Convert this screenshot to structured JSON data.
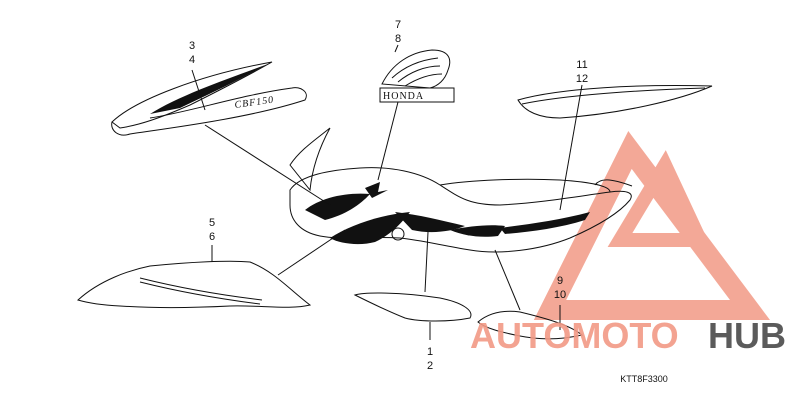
{
  "callouts": {
    "c3": "3",
    "c4": "4",
    "c7": "7",
    "c8": "8",
    "c11": "11",
    "c12": "12",
    "c5": "5",
    "c6": "6",
    "c1": "1",
    "c2": "2",
    "c9": "9",
    "c10": "10"
  },
  "part_code": "KTT8F3300",
  "brand_text": "HONDA",
  "stripe_text": "CBF150",
  "watermark": {
    "part1": "AUTOMOTO",
    "part2": "HUB",
    "color_primary": "#f29a86",
    "color_secondary": "#f6c96a",
    "color_hub": "#4a4a4a"
  }
}
